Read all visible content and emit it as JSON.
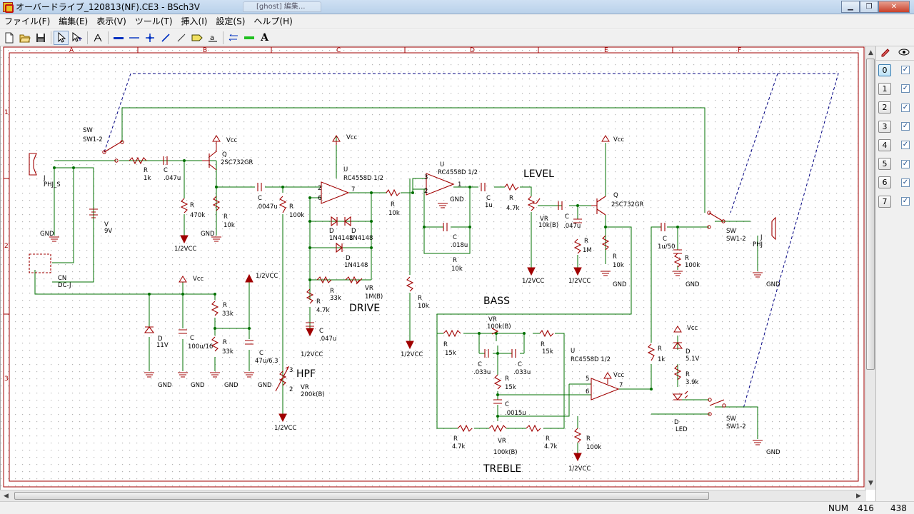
{
  "window": {
    "title": "オーバードライブ_120813(NF).CE3 - BSch3V",
    "ghost_tabs": [
      "[ghost] 編集..."
    ],
    "buttons": {
      "minimize": "▁",
      "maximize": "❐",
      "close": "✕"
    }
  },
  "menu": [
    "ファイル(F)",
    "編集(E)",
    "表示(V)",
    "ツール(T)",
    "挿入(I)",
    "設定(S)",
    "ヘルプ(H)"
  ],
  "toolbar": {
    "icons": [
      "new-file-icon",
      "open-folder-icon",
      "save-icon",
      "pointer-tool-icon",
      "drag-tool-icon",
      "component-tool-icon",
      "wire-tool-icon",
      "bus-tool-icon",
      "junction-tool-icon",
      "line-tool-icon",
      "dash-line-tool-icon",
      "tag-tool-icon",
      "label-tool-icon",
      "entry-tool-icon",
      "busentry-tool-icon",
      "text-tool-icon"
    ],
    "text_tool_glyph": "A"
  },
  "ruler": {
    "columns": [
      "A",
      "B",
      "C",
      "D",
      "E",
      "F"
    ],
    "rows": [
      "1",
      "2",
      "3"
    ]
  },
  "schematic": {
    "labels": {
      "sw_top": "SW",
      "sw_top_ref": "SW1-2",
      "jack_in": "J",
      "jack_in_ref": "PHJ_S",
      "gnd": "GND",
      "bat": "V",
      "bat_val": "9V",
      "dc": "CN",
      "dc_ref": "DC-J",
      "r1": "R",
      "r1_val": "1k",
      "c1": "C",
      "c1_val": ".047u",
      "q1": "Q",
      "q1_val": "2SC732GR",
      "vcc": "Vcc",
      "r2": "R",
      "r2_val": "470k",
      "r3": "R",
      "r3_val": "10k",
      "half_vcc": "1/2VCC",
      "c2": "C",
      "c2_val": ".0047u",
      "r4": "R",
      "r4_val": "100k",
      "u1": "U",
      "u1_val": "RC4558D 1/2",
      "d1": "D",
      "d1_val": "1N4148",
      "d2": "D",
      "d2_val": "1N4148",
      "d3": "D",
      "d3_val": "1N4148",
      "r5": "R",
      "r5_val": "33k",
      "vr1": "VR",
      "vr1_val": "1M(B)",
      "r6": "R",
      "r6_val": "4.7k",
      "c3": "C",
      "c3_val": ".047u",
      "drive": "DRIVE",
      "r7": "R",
      "r7_val": "10k",
      "u2": "U",
      "u2_val": "RC4558D 1/2",
      "c4": "C",
      "c4_val": ".018u",
      "r8": "R",
      "r8_val": "10k",
      "r9": "R",
      "r9_val": "10k",
      "c5": "C",
      "c5_val": "1u",
      "r10": "R",
      "r10_val": "4.7k",
      "level": "LEVEL",
      "vr2": "VR",
      "vr2_val": "10k(B)",
      "c6": "C",
      "c6_val": ".047u",
      "r11": "R",
      "r11_val": "1M",
      "q2": "Q",
      "q2_val": "2SC732GR",
      "r12": "R",
      "r12_val": "10k",
      "sw_mid": "SW",
      "sw_mid_ref": "SW1-2",
      "jack_out": "J",
      "jack_out_ref": "PHJ",
      "c7": "C",
      "c7_val": "1u/50",
      "r13": "R",
      "r13_val": "100k",
      "bass": "BASS",
      "vr3": "VR",
      "vr3_val": "100k(B)",
      "r14": "R",
      "r14_val": "15k",
      "r15": "R",
      "r15_val": "15k",
      "c8": "C",
      "c8_val": ".033u",
      "c9": "C",
      "c9_val": ".033u",
      "r16": "R",
      "r16_val": "15k",
      "c10": "C",
      "c10_val": ".0015u",
      "u3": "U",
      "u3_val": "RC4558D 1/2",
      "r17": "R",
      "r17_val": "4.7k",
      "vr4": "VR",
      "vr4_val": "100k(B)",
      "r18": "R",
      "r18_val": "4.7k",
      "treble": "TREBLE",
      "r19": "R",
      "r19_val": "100k",
      "r20": "R",
      "r20_val": "1k",
      "d4": "D",
      "d4_val": "5.1V",
      "r21": "R",
      "r21_val": "3.9k",
      "led": "D",
      "led_val": "LED",
      "sw_bot": "SW",
      "sw_bot_ref": "SW1-2",
      "d5": "D",
      "d5_val": "11V",
      "c11": "C",
      "c11_val": "100u/16",
      "r22": "R",
      "r22_val": "33k",
      "r23": "R",
      "r23_val": "33k",
      "c12": "C",
      "c12_val": "47u/6.3",
      "hpf": "HPF",
      "vr5": "VR",
      "vr5_val": "200k(B)",
      "pin2": "2",
      "pin3": "3",
      "pin6": "6",
      "pin7": "7",
      "pin1": "1",
      "pin5": "5"
    }
  },
  "layers": [
    {
      "label": "0",
      "checked": true,
      "active": true
    },
    {
      "label": "1",
      "checked": true
    },
    {
      "label": "2",
      "checked": true
    },
    {
      "label": "3",
      "checked": true
    },
    {
      "label": "4",
      "checked": true
    },
    {
      "label": "5",
      "checked": true
    },
    {
      "label": "6",
      "checked": true
    },
    {
      "label": "7",
      "checked": true
    }
  ],
  "status": {
    "num": "NUM",
    "x": "416",
    "y": "438"
  },
  "colors": {
    "wire": "#007000",
    "part": "#a00000",
    "dashed": "#000080",
    "grid": "#b8b8b8"
  }
}
